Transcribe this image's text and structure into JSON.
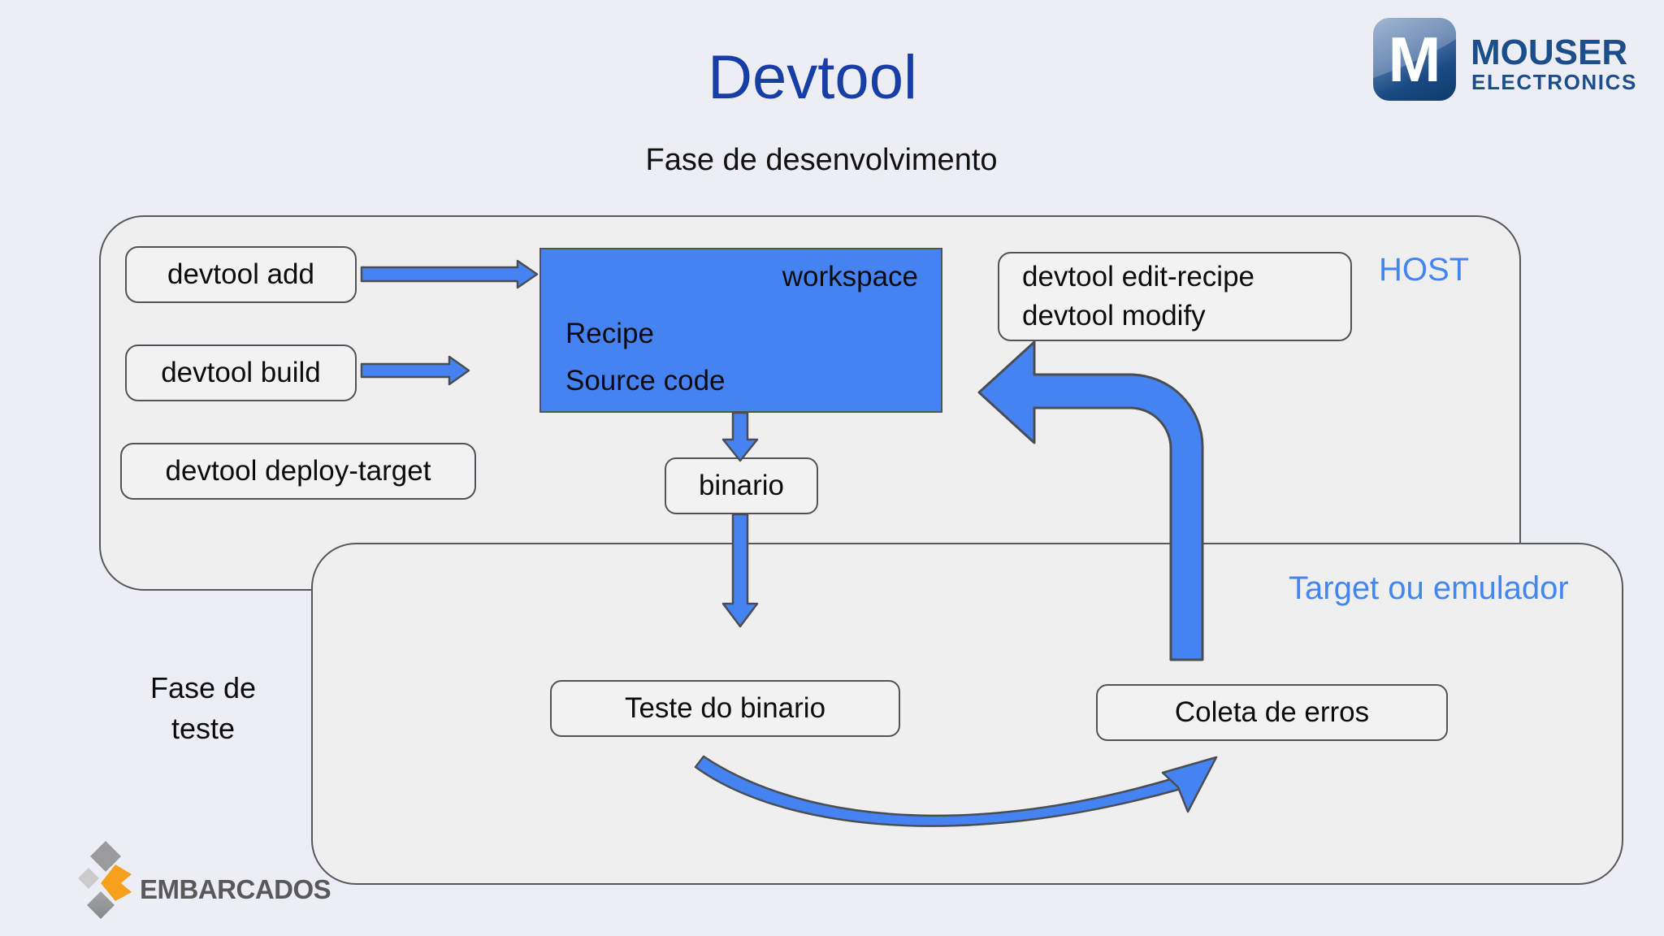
{
  "header": {
    "title": "Devtool",
    "subtitle": "Fase de desenvolvimento"
  },
  "mouser": {
    "monogram": "M",
    "line1": "MOUSER",
    "line2": "ELECTRONICS"
  },
  "host": {
    "label": "HOST",
    "commands": [
      {
        "label": "devtool add"
      },
      {
        "label": "devtool build"
      },
      {
        "label": "devtool deploy-target"
      }
    ],
    "edit_box": {
      "line1": "devtool edit-recipe",
      "line2": "devtool modify"
    },
    "workspace": {
      "corner_label": "workspace",
      "item1": "Recipe",
      "item2": "Source code"
    },
    "binary_label": "binario"
  },
  "target": {
    "label": "Target ou emulador",
    "test_label": "Teste do binario",
    "errors_label": "Coleta de erros"
  },
  "phase_label": {
    "line1": "Fase de",
    "line2": "teste"
  },
  "footer": {
    "brand": "EMBARCADOS"
  },
  "colors": {
    "page_background": "#ECEDF5",
    "region_fill": "#EFEFF0",
    "region_border": "#57585E",
    "box_fill": "#F2F2F3",
    "box_border": "#505358",
    "accent_blue": "#4583F3",
    "arrow_outline": "#4A4D53",
    "zone_label_blue": "#4285F4",
    "title_blue": "#173DA6",
    "mouser_navy": "#1C4E8C",
    "embarcados_orange": "#F6A01E",
    "embarcados_gray": "#9B9B9D"
  }
}
